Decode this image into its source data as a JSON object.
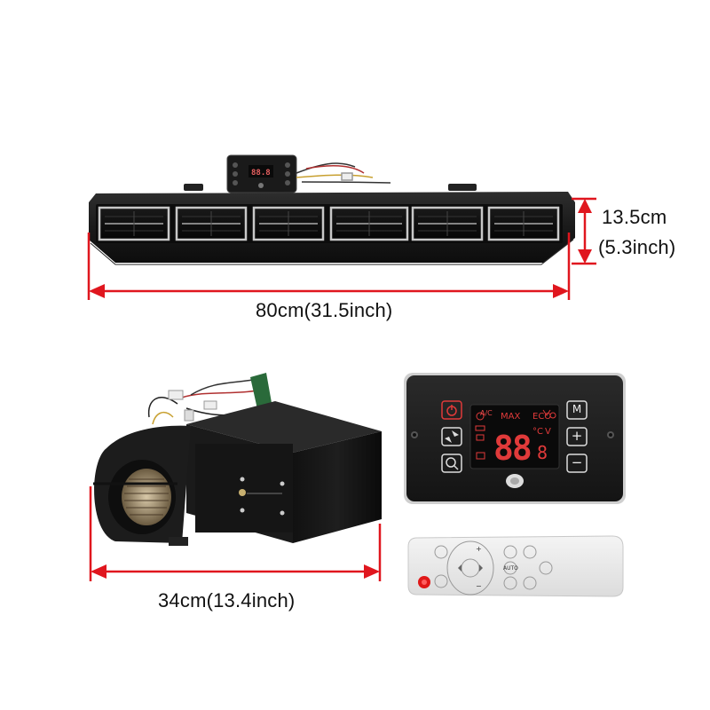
{
  "dimensions": {
    "width_label": "80cm(31.5inch)",
    "height_label_cm": "13.5cm",
    "height_label_inch": "(5.3inch)",
    "depth_label": "34cm(13.4inch)",
    "arrow_color": "#e0161e"
  },
  "control_panel": {
    "lcd_labels": {
      "ac": "A/C",
      "max": "MAX",
      "eco": "ECO"
    },
    "lcd_digits": "88",
    "lcd_small_digit": "8",
    "unit_c": "°C",
    "unit_v": "V",
    "buttons": {
      "mode": "M",
      "plus": "+",
      "minus": "−"
    },
    "accent_color": "#e03a3a"
  },
  "remote": {
    "labels": {
      "auto": "AUTO",
      "fan_plus": "+",
      "fan_minus": "−"
    }
  },
  "unit_mini_panel": {
    "digits": "88.8"
  }
}
